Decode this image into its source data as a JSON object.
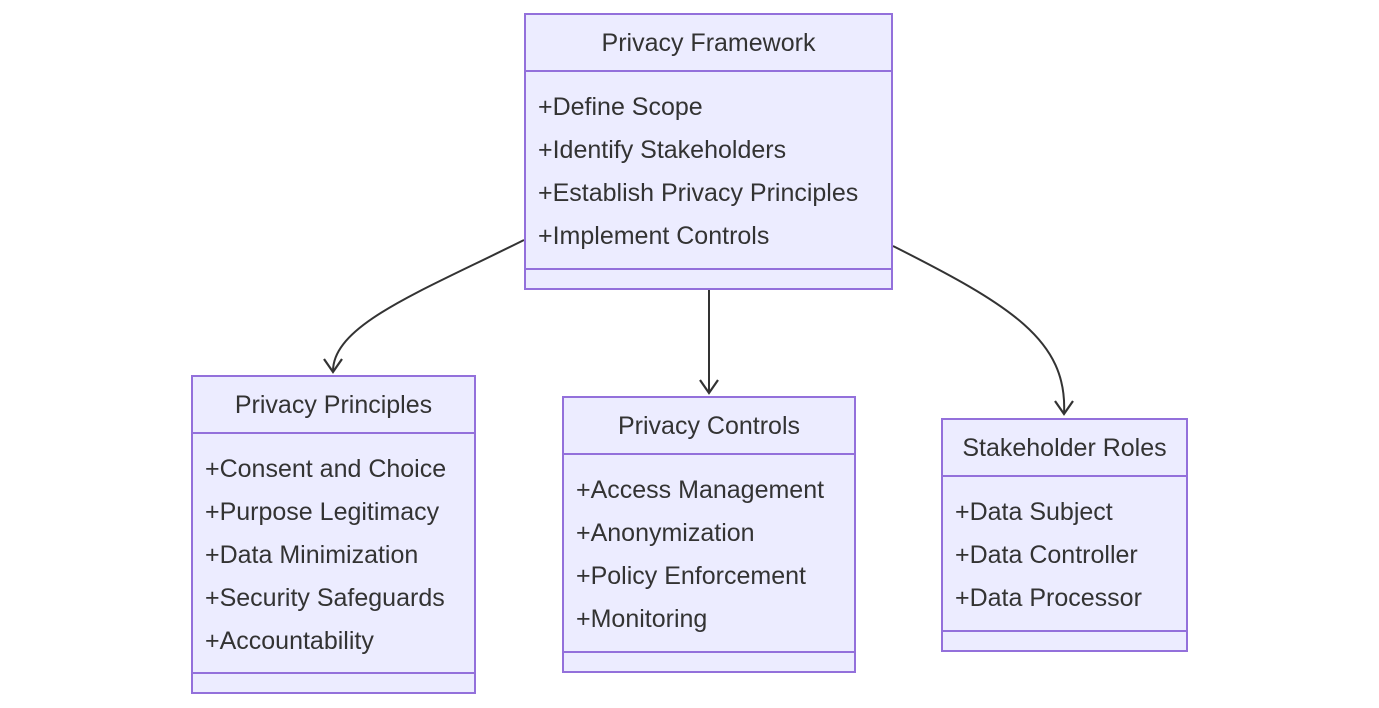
{
  "colors": {
    "node_fill": "#ececff",
    "node_border": "#9370db",
    "text": "#333333",
    "edge": "#333333"
  },
  "diagram": {
    "framework": {
      "title": "Privacy Framework",
      "members": [
        "+Define Scope",
        "+Identify Stakeholders",
        "+Establish Privacy Principles",
        "+Implement Controls"
      ]
    },
    "principles": {
      "title": "Privacy Principles",
      "members": [
        "+Consent and Choice",
        "+Purpose Legitimacy",
        "+Data Minimization",
        "+Security Safeguards",
        "+Accountability"
      ]
    },
    "controls": {
      "title": "Privacy Controls",
      "members": [
        "+Access Management",
        "+Anonymization",
        "+Policy Enforcement",
        "+Monitoring"
      ]
    },
    "roles": {
      "title": "Stakeholder Roles",
      "members": [
        "+Data Subject",
        "+Data Controller",
        "+Data Processor"
      ]
    }
  }
}
